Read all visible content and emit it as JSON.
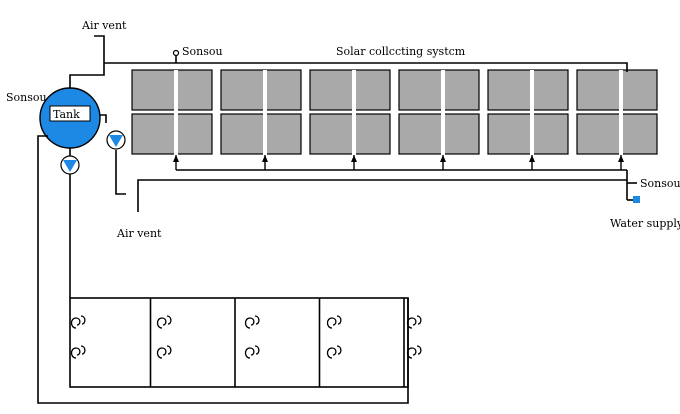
{
  "labels": {
    "air_vent_top": "Air vent",
    "sensor_collector": "Sonsou",
    "system_title": "Solar collccting systcm",
    "sensor_tank": "Sonsou",
    "tank": "Tank",
    "sensor_supply": "Sonsou",
    "air_vent_bottom": "Air vent",
    "water_supply": "Water supply"
  },
  "collector": {
    "columns": 6,
    "rows": 2
  },
  "heating_coils": {
    "columns": 5,
    "rows": 2
  },
  "colors": {
    "tank": "#1e88e5",
    "pump": "#1e88e5",
    "panel": "#a9a9a9",
    "valve": "#1e88e5",
    "line": "#000000"
  }
}
